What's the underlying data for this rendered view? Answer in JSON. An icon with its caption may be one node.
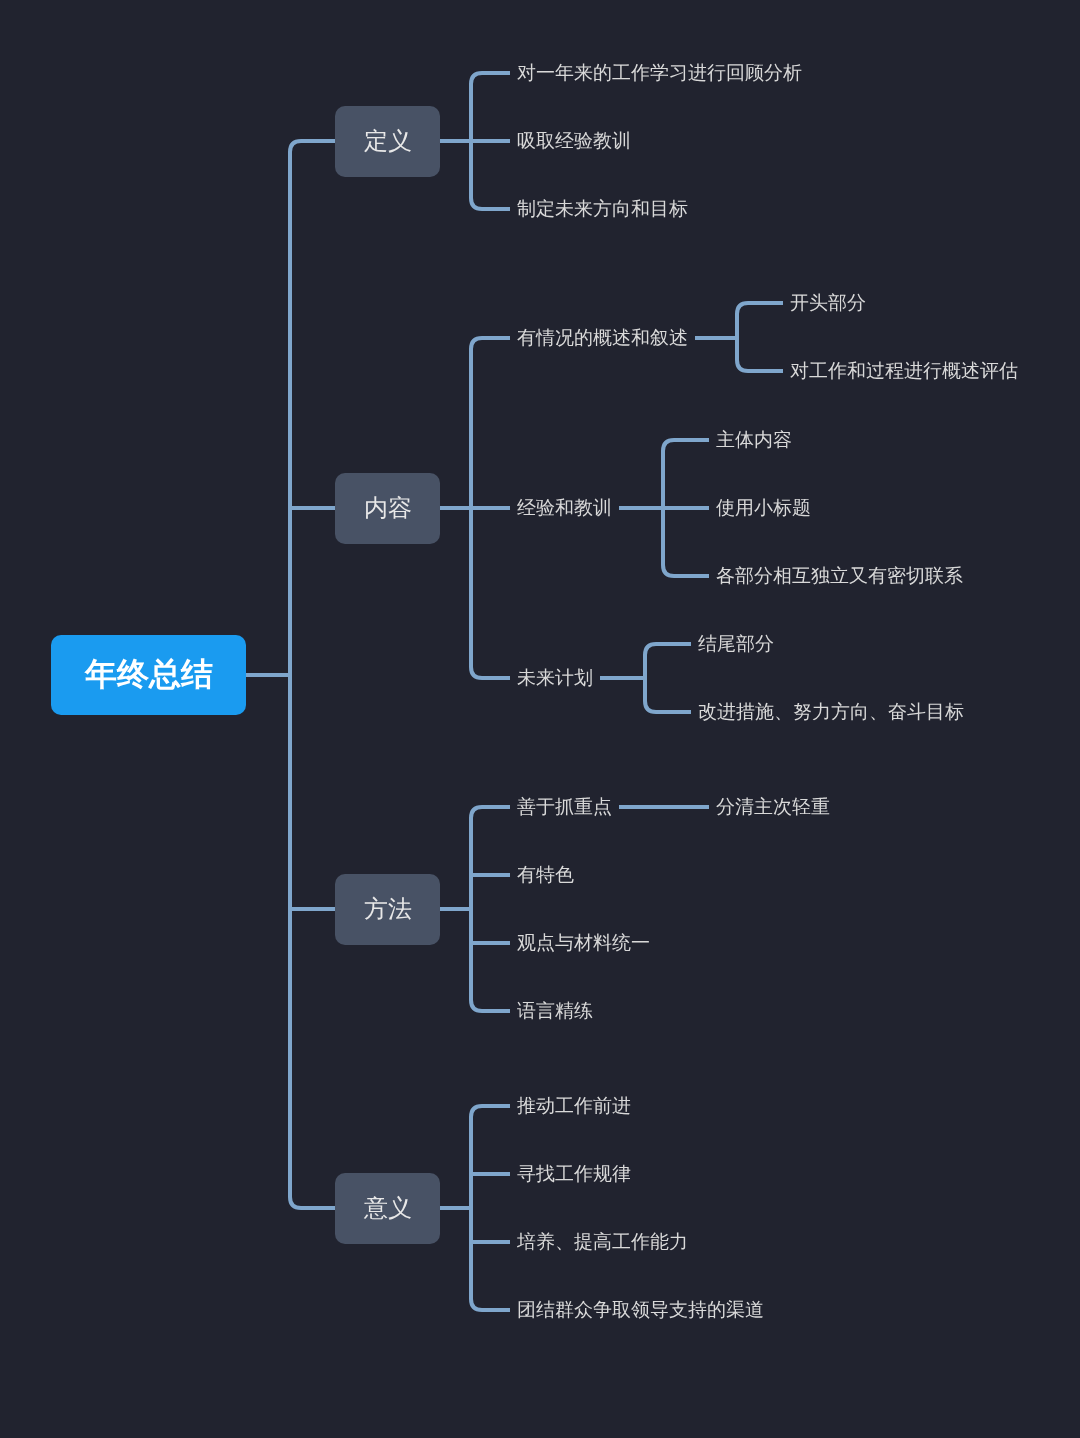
{
  "diagram": {
    "nodes": [
      {
        "text": [
          "年终总结"
        ]
      },
      {
        "text": [
          "定义"
        ]
      },
      {
        "text": [
          "对一年来的工作学习进行回顾分析"
        ]
      },
      {
        "text": [
          "吸取经验教训"
        ]
      },
      {
        "text": [
          "制定未来方向和目标"
        ]
      },
      {
        "text": [
          "内容"
        ]
      },
      {
        "text": [
          "有情况的概述和叙述"
        ]
      },
      {
        "text": [
          "开头部分"
        ]
      },
      {
        "text": [
          "对工作和过程进行概述评估"
        ]
      },
      {
        "text": [
          "经验和教训"
        ]
      },
      {
        "text": [
          "主体内容"
        ]
      },
      {
        "text": [
          "使用小标题"
        ]
      },
      {
        "text": [
          "各部分相互独立又有密切联系"
        ]
      },
      {
        "text": [
          "未来计划"
        ]
      },
      {
        "text": [
          "结尾部分"
        ]
      },
      {
        "text": [
          "改进措施、努力方向、奋斗目标"
        ]
      },
      {
        "text": [
          "方法"
        ]
      },
      {
        "text": [
          "善于抓重点"
        ]
      },
      {
        "text": [
          "分清主次轻重"
        ]
      },
      {
        "text": [
          "有特色"
        ]
      },
      {
        "text": [
          "观点与材料统一"
        ]
      },
      {
        "text": [
          "语言精练"
        ]
      },
      {
        "text": [
          "意义"
        ]
      },
      {
        "text": [
          "推动工作前进"
        ]
      },
      {
        "text": [
          "寻找工作规律"
        ]
      },
      {
        "text": [
          "培养、提高工作能力"
        ]
      },
      {
        "text": [
          "团结群众争取领导支持的渠道"
        ]
      }
    ],
    "edges": [
      {
        "from": 0,
        "to": 1,
        "arrow": "none"
      },
      {
        "from": 0,
        "to": 5,
        "arrow": "none"
      },
      {
        "from": 0,
        "to": 16,
        "arrow": "none"
      },
      {
        "from": 0,
        "to": 22,
        "arrow": "none"
      },
      {
        "from": 1,
        "to": 2,
        "arrow": "none"
      },
      {
        "from": 1,
        "to": 3,
        "arrow": "none"
      },
      {
        "from": 1,
        "to": 4,
        "arrow": "none"
      },
      {
        "from": 5,
        "to": 6,
        "arrow": "none"
      },
      {
        "from": 5,
        "to": 9,
        "arrow": "none"
      },
      {
        "from": 5,
        "to": 13,
        "arrow": "none"
      },
      {
        "from": 6,
        "to": 7,
        "arrow": "none"
      },
      {
        "from": 6,
        "to": 8,
        "arrow": "none"
      },
      {
        "from": 9,
        "to": 10,
        "arrow": "none"
      },
      {
        "from": 9,
        "to": 11,
        "arrow": "none"
      },
      {
        "from": 9,
        "to": 12,
        "arrow": "none"
      },
      {
        "from": 13,
        "to": 14,
        "arrow": "none"
      },
      {
        "from": 13,
        "to": 15,
        "arrow": "none"
      },
      {
        "from": 16,
        "to": 17,
        "arrow": "none"
      },
      {
        "from": 16,
        "to": 19,
        "arrow": "none"
      },
      {
        "from": 16,
        "to": 20,
        "arrow": "none"
      },
      {
        "from": 16,
        "to": 21,
        "arrow": "none"
      },
      {
        "from": 17,
        "to": 18,
        "arrow": "none"
      },
      {
        "from": 22,
        "to": 23,
        "arrow": "none"
      },
      {
        "from": 22,
        "to": 24,
        "arrow": "none"
      },
      {
        "from": 22,
        "to": 25,
        "arrow": "none"
      },
      {
        "from": 22,
        "to": 26,
        "arrow": "none"
      }
    ]
  }
}
